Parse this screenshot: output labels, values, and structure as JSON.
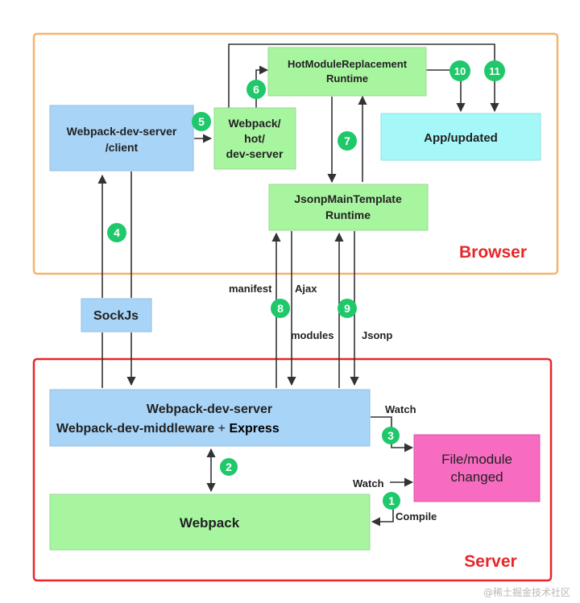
{
  "regions": {
    "browser": "Browser",
    "server": "Server"
  },
  "boxes": {
    "hmr_runtime": [
      "HotModuleReplacement",
      "Runtime"
    ],
    "dev_server_client": [
      "Webpack-dev-server",
      "/client"
    ],
    "webpack_hot": [
      "Webpack/",
      "hot/",
      "dev-server"
    ],
    "app_updated": "App/updated",
    "jsonp_runtime": [
      "JsonpMainTemplate",
      "Runtime"
    ],
    "sockjs": "SockJs",
    "dev_server_main": {
      "line1": "Webpack-dev-server",
      "line2a": "Webpack-dev-middleware",
      "line2b": " + ",
      "line2c": "Express"
    },
    "file_changed": [
      "File/module",
      "changed"
    ],
    "webpack": "Webpack"
  },
  "steps": [
    "1",
    "2",
    "3",
    "4",
    "5",
    "6",
    "7",
    "8",
    "9",
    "10",
    "11"
  ],
  "edge_labels": {
    "manifest": "manifest",
    "ajax": "Ajax",
    "modules": "modules",
    "jsonp": "Jsonp",
    "watch_top": "Watch",
    "watch_bottom": "Watch",
    "compile": "Compile"
  },
  "watermark": "@稀土掘金技术社区",
  "colors": {
    "browser_border": "#F5B46E",
    "server_border": "#E8262A",
    "region_label": "#E8262A",
    "blue_box": "#A8D4F7",
    "green_box": "#A8F5A0",
    "cyan_box": "#A6F8F8",
    "pink_box": "#F76BC0",
    "step_badge": "#1FC86A",
    "arrow": "#333333"
  }
}
